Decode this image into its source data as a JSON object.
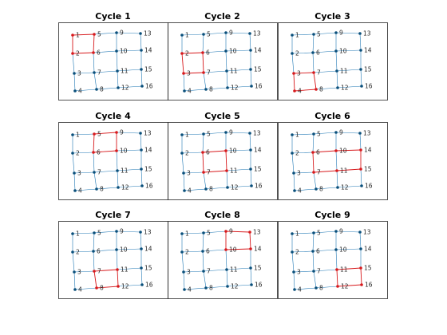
{
  "figure": {
    "panels": [
      {
        "title": "Cycle 1",
        "cycle": [
          1,
          5,
          6,
          2
        ]
      },
      {
        "title": "Cycle 2",
        "cycle": [
          2,
          6,
          7,
          3
        ]
      },
      {
        "title": "Cycle 3",
        "cycle": [
          3,
          7,
          8,
          4
        ]
      },
      {
        "title": "Cycle 4",
        "cycle": [
          5,
          9,
          10,
          6
        ]
      },
      {
        "title": "Cycle 5",
        "cycle": [
          6,
          10,
          11,
          7
        ]
      },
      {
        "title": "Cycle 6",
        "cycle": [
          7,
          11,
          15,
          14,
          10,
          6
        ]
      },
      {
        "title": "Cycle 7",
        "cycle": [
          7,
          11,
          12,
          8
        ]
      },
      {
        "title": "Cycle 8",
        "cycle": [
          9,
          13,
          14,
          10
        ]
      },
      {
        "title": "Cycle 9",
        "cycle": [
          11,
          15,
          16,
          12
        ]
      }
    ],
    "node_labels": [
      "1",
      "2",
      "3",
      "4",
      "5",
      "6",
      "7",
      "8",
      "9",
      "10",
      "11",
      "12",
      "13",
      "14",
      "15",
      "16"
    ],
    "edges": [
      [
        1,
        2
      ],
      [
        2,
        3
      ],
      [
        3,
        4
      ],
      [
        5,
        6
      ],
      [
        6,
        7
      ],
      [
        7,
        8
      ],
      [
        9,
        10
      ],
      [
        10,
        11
      ],
      [
        11,
        12
      ],
      [
        13,
        14
      ],
      [
        14,
        15
      ],
      [
        15,
        16
      ],
      [
        1,
        5
      ],
      [
        5,
        9
      ],
      [
        9,
        13
      ],
      [
        2,
        6
      ],
      [
        6,
        10
      ],
      [
        10,
        14
      ],
      [
        3,
        7
      ],
      [
        7,
        11
      ],
      [
        11,
        15
      ],
      [
        4,
        8
      ],
      [
        8,
        12
      ],
      [
        12,
        16
      ]
    ],
    "colors": {
      "edge": "#1f77b4",
      "node": "#0a4f7a",
      "highlight": "#d7191c",
      "axes": "#262626"
    }
  }
}
